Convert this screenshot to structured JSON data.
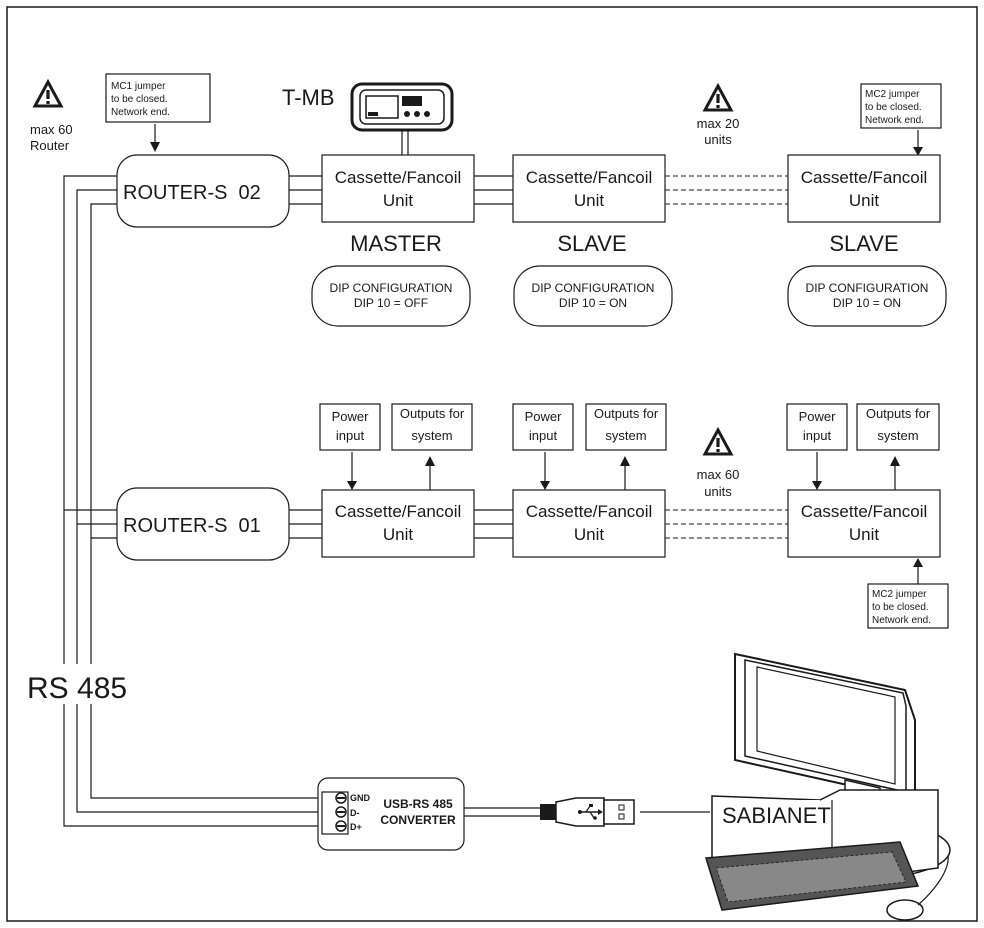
{
  "top_row": {
    "router": "ROUTER-S  02",
    "units": [
      {
        "line1": "Cassette/Fancoil",
        "line2": "Unit",
        "role": "MASTER",
        "dip1": "DIP CONFIGURATION",
        "dip2": "DIP 10 = OFF"
      },
      {
        "line1": "Cassette/Fancoil",
        "line2": "Unit",
        "role": "SLAVE",
        "dip1": "DIP CONFIGURATION",
        "dip2": "DIP 10 = ON"
      },
      {
        "line1": "Cassette/Fancoil",
        "line2": "Unit",
        "role": "SLAVE",
        "dip1": "DIP CONFIGURATION",
        "dip2": "DIP 10 = ON"
      }
    ],
    "tmb_label": "T-MB",
    "mc1_note": [
      "MC1 jumper",
      "to be closed.",
      "Network end."
    ],
    "mc2_note": [
      "MC2 jumper",
      "to be closed.",
      "Network end."
    ],
    "warn_units": [
      "max 20",
      "units"
    ]
  },
  "warn_router": [
    "max 60",
    "Router"
  ],
  "bottom_row": {
    "router": "ROUTER-S  01",
    "units": [
      {
        "line1": "Cassette/Fancoil",
        "line2": "Unit",
        "power": [
          "Power",
          "input"
        ],
        "outputs": [
          "Outputs for",
          "system"
        ]
      },
      {
        "line1": "Cassette/Fancoil",
        "line2": "Unit",
        "power": [
          "Power",
          "input"
        ],
        "outputs": [
          "Outputs for",
          "system"
        ]
      },
      {
        "line1": "Cassette/Fancoil",
        "line2": "Unit",
        "power": [
          "Power",
          "input"
        ],
        "outputs": [
          "Outputs for",
          "system"
        ]
      }
    ],
    "warn_units": [
      "max 60",
      "units"
    ],
    "mc2_note": [
      "MC2 jumper",
      "to be closed.",
      "Network end."
    ]
  },
  "bus_label": "RS 485",
  "converter": {
    "line1": "USB-RS 485",
    "line2": "CONVERTER",
    "pins": [
      "GND",
      "D-",
      "D+"
    ]
  },
  "pc_label": "SABIANET"
}
